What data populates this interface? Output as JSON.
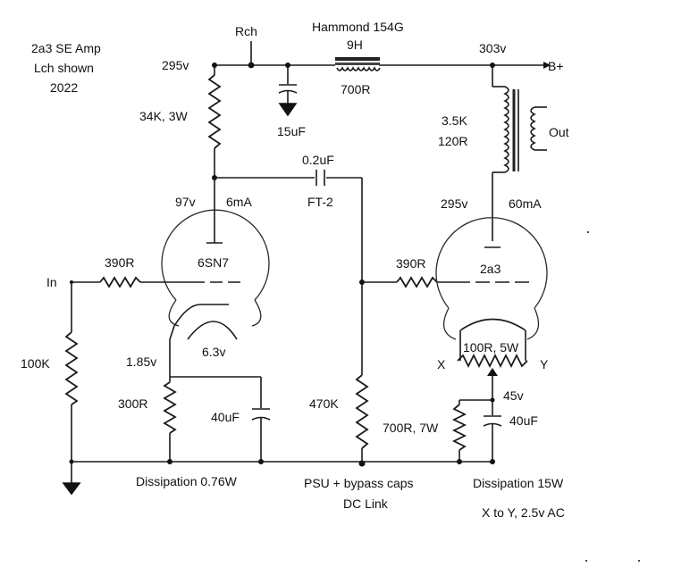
{
  "title": {
    "line1": "2a3 SE Amp",
    "line2": "Lch shown",
    "line3": "2022"
  },
  "supply": {
    "rch": "Rch",
    "choke_name": "Hammond 154G",
    "choke_inductance": "9H",
    "choke_resistance": "700R",
    "v_left": "295v",
    "v_right": "303v",
    "b_plus": "B+",
    "filter_cap": "15uF"
  },
  "driver": {
    "plate_resistor": "34K, 3W",
    "plate_voltage": "97v",
    "plate_current": "6mA",
    "tube": "6SN7",
    "heater": "6.3v",
    "cathode_voltage": "1.85v",
    "cathode_resistor": "300R",
    "cathode_bypass": "40uF",
    "grid_stopper": "390R",
    "input_label": "In",
    "grid_leak": "100K",
    "dissipation": "Dissipation  0.76W"
  },
  "coupling": {
    "cap_value": "0.2uF",
    "cap_type": "FT-2",
    "grid_resistor": "470K"
  },
  "output": {
    "transformer_primary": "3.5K",
    "transformer_dcr": "120R",
    "out_label": "Out",
    "plate_voltage": "295v",
    "plate_current": "60mA",
    "grid_stopper": "390R",
    "tube": "2a3",
    "hum_pot": "100R, 5W",
    "x_label": "X",
    "y_label": "Y",
    "bias_voltage": "45v",
    "cathode_resistor": "700R, 7W",
    "cathode_bypass": "40uF",
    "dissipation": "Dissipation  15W",
    "filament_note": "X to Y, 2.5v AC"
  },
  "notes": {
    "psu": "PSU + bypass caps",
    "dc_link": "DC Link"
  }
}
